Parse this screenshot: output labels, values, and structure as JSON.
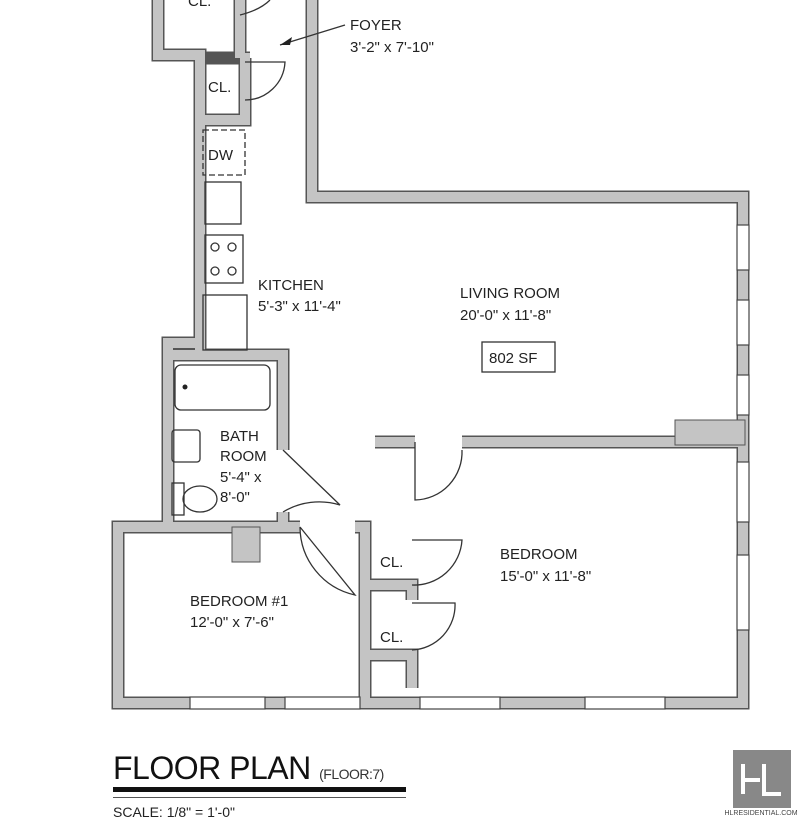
{
  "rooms": {
    "closet_top": "CL.",
    "foyer": {
      "name": "FOYER",
      "dims": "3'-2\" x 7'-10\""
    },
    "closet_foyer": "CL.",
    "dishwasher": "DW",
    "kitchen": {
      "name": "KITCHEN",
      "dims": "5'-3\" x 11'-4\""
    },
    "living": {
      "name": "LIVING ROOM",
      "dims": "20'-0\" x 11'-8\"",
      "area": "802 SF"
    },
    "bath": {
      "name1": "BATH",
      "name2": "ROOM",
      "dims1": "5'-4\" x",
      "dims2": "8'-0\""
    },
    "bedroom1": {
      "name": "BEDROOM #1",
      "dims": "12'-0\" x 7'-6\""
    },
    "bedroom": {
      "name": "BEDROOM",
      "dims": "15'-0\" x 11'-8\""
    },
    "closet_bed_1": "CL.",
    "closet_bed_2": "CL."
  },
  "footer": {
    "title": "FLOOR PLAN",
    "floor": "(FLOOR:7)",
    "scale": "SCALE: 1/8\" = 1'-0\"",
    "logo": "HL",
    "logo_url": "HLRESIDENTIAL.COM"
  },
  "colors": {
    "wall": "#c4c4c4",
    "logo_bg": "#888888"
  }
}
